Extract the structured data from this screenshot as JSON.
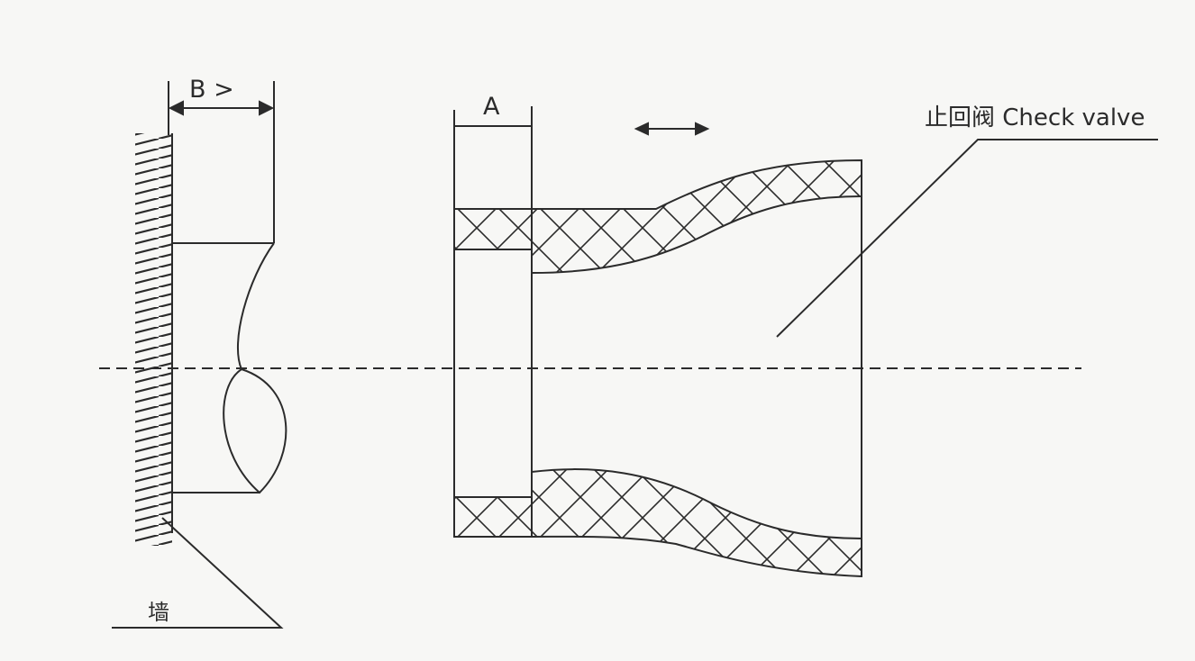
{
  "labels": {
    "dimension_b": "B >",
    "dimension_a": "A",
    "check_valve": "止回阀 Check valve",
    "wall": "墙"
  },
  "colors": {
    "line": "#2b2b2b",
    "background": "#f7f7f5"
  }
}
